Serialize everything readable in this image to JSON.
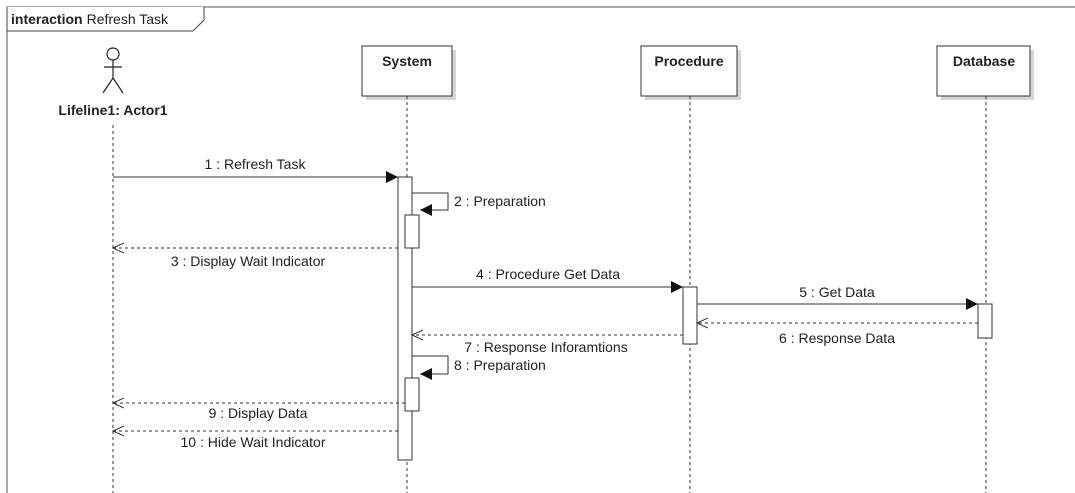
{
  "frame": {
    "keyword": "interaction",
    "name": "Refresh Task"
  },
  "actor": {
    "label": "Lifeline1: Actor1"
  },
  "lifelines": [
    {
      "id": "system",
      "label": "System"
    },
    {
      "id": "procedure",
      "label": "Procedure"
    },
    {
      "id": "database",
      "label": "Database"
    }
  ],
  "messages": [
    {
      "num": 1,
      "label": "1 : Refresh Task",
      "from": "actor",
      "to": "system",
      "kind": "sync"
    },
    {
      "num": 2,
      "label": "2 : Preparation",
      "from": "system",
      "to": "system",
      "kind": "self"
    },
    {
      "num": 3,
      "label": "3 : Display Wait Indicator",
      "from": "system",
      "to": "actor",
      "kind": "reply"
    },
    {
      "num": 4,
      "label": "4 : Procedure Get Data",
      "from": "system",
      "to": "procedure",
      "kind": "sync"
    },
    {
      "num": 5,
      "label": "5 : Get Data",
      "from": "procedure",
      "to": "database",
      "kind": "sync"
    },
    {
      "num": 6,
      "label": "6 : Response Data",
      "from": "database",
      "to": "procedure",
      "kind": "reply"
    },
    {
      "num": 7,
      "label": "7 : Response Inforamtions",
      "from": "procedure",
      "to": "system",
      "kind": "reply"
    },
    {
      "num": 8,
      "label": "8 : Preparation",
      "from": "system",
      "to": "system",
      "kind": "self"
    },
    {
      "num": 9,
      "label": "9 : Display Data",
      "from": "system",
      "to": "actor",
      "kind": "reply"
    },
    {
      "num": 10,
      "label": "10 : Hide Wait Indicator",
      "from": "system",
      "to": "actor",
      "kind": "reply"
    }
  ],
  "colors": {
    "line": "#333333",
    "box_fill": "#ffffff",
    "shadow": "#d4d4d4"
  }
}
